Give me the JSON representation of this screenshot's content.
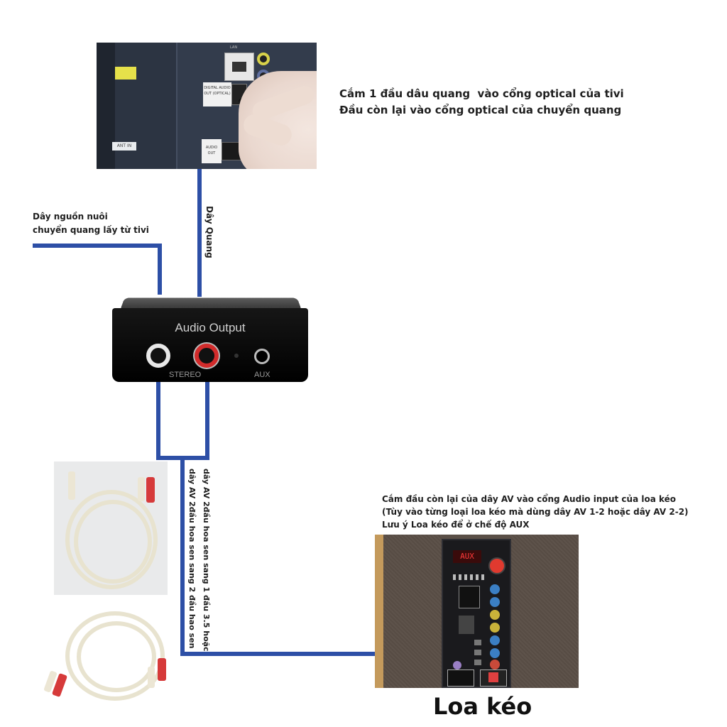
{
  "tv_instruction": {
    "line1": "Cắm 1 đầu dâu quang  vào cổng optical của tivi",
    "line2": "Đầu còn lại vào cổng optical của chuyển quang"
  },
  "power_note": {
    "line1": "Dây nguồn nuôi",
    "line2": "chuyển quang lấy từ tivi"
  },
  "optical_cable_label": "Dây Quang",
  "tv_panel": {
    "lan_label": "LAN",
    "optical_port_label": "DIGITAL AUDIO OUT (OPTICAL)",
    "audio_out_label": "AUDIO OUT",
    "ant_in_label": "ANT IN"
  },
  "converter": {
    "title": "Audio Output",
    "stereo_label": "STEREO",
    "aux_label": "AUX"
  },
  "av_cable_label": {
    "line1": "dây AV 2đầu hoa sen sang 1 đầu 3.5 hoặc",
    "line2": "dây AV 2đầu hoa sen sang 2 đầu hao sen"
  },
  "speaker_instruction": {
    "line1": "Cắm đầu còn lại của dây AV vào cổng Audio input của loa kéo",
    "line2": "(Tùy vào từng loại loa kéo mà dùng dây AV 1-2 hoặc dây AV 2-2)",
    "line3": "Lưu ý Loa kéo để ở chế độ AUX"
  },
  "speaker": {
    "display_text": "AUX",
    "caption": "Loa kéo"
  },
  "colors": {
    "wire": "#2d4fa6",
    "text": "#1f1f1f"
  }
}
